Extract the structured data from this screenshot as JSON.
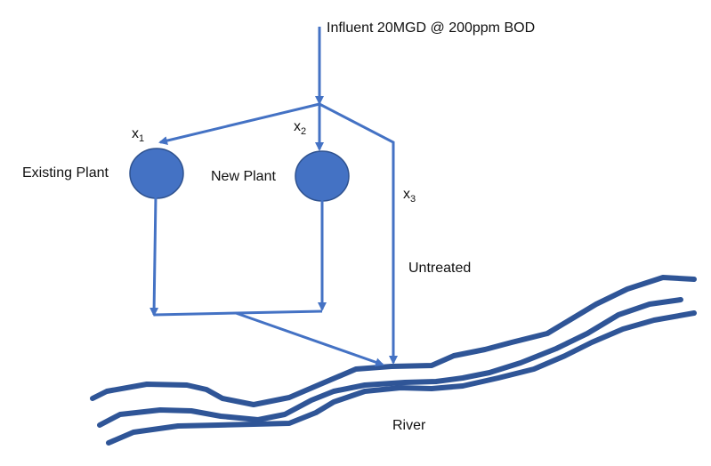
{
  "influent_label": "Influent 20MGD @ 200ppm BOD",
  "x1": {
    "base": "x",
    "sub": "1"
  },
  "x2": {
    "base": "x",
    "sub": "2"
  },
  "x3": {
    "base": "x",
    "sub": "3"
  },
  "existing_plant_label": "Existing Plant",
  "new_plant_label": "New Plant",
  "untreated_label": "Untreated",
  "river_label": "River",
  "colors": {
    "flow": "#4472C4",
    "node_fill": "#4472C4",
    "node_stroke": "#2F528F",
    "river": "#2F5597"
  }
}
